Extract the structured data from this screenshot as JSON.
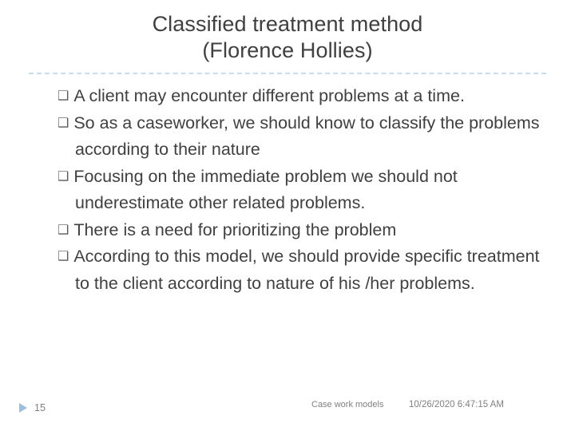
{
  "slide": {
    "title_line1": "Classified treatment method",
    "title_line2": "(Florence Hollies)",
    "bullet_symbol": "❑",
    "bullets": [
      "A client may encounter different problems at a time.",
      "So as a caseworker, we should know to classify the problems according to their nature",
      "Focusing on the immediate problem we should not underestimate other related problems.",
      "There is a need for prioritizing the problem",
      "According to this model, we should provide specific treatment to the client according to nature of his /her problems."
    ],
    "footer": {
      "slide_number": "15",
      "center_text": "Case work models",
      "timestamp": "10/26/2020 6:47:15 AM"
    },
    "colors": {
      "text": "#404040",
      "divider": "#c9dced",
      "accent": "#9fbfd8",
      "footer_text": "#808080"
    }
  }
}
